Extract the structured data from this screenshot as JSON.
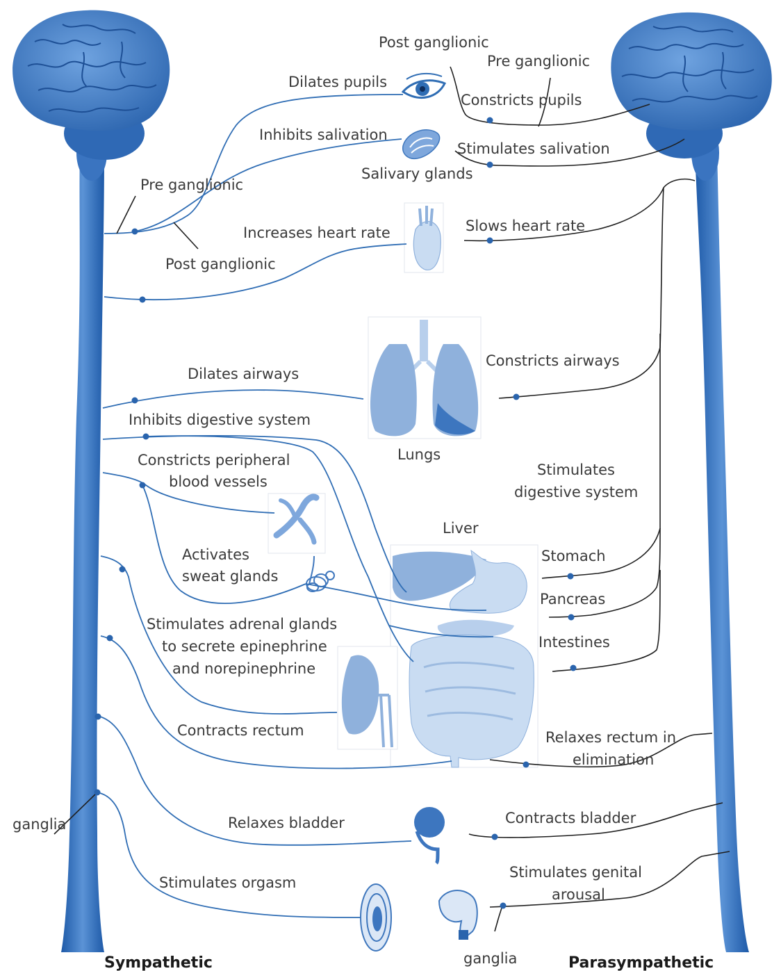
{
  "titles": {
    "sympathetic": "Sympathetic",
    "parasympathetic": "Parasympathetic"
  },
  "sympathetic_labels": {
    "pre_ganglionic": "Pre ganglionic",
    "post_ganglionic": "Post ganglionic",
    "dilates_pupils": "Dilates pupils",
    "inhibits_salivation": "Inhibits salivation",
    "increases_heart_rate": "Increases heart rate",
    "dilates_airways": "Dilates airways",
    "inhibits_digestive": "Inhibits digestive system",
    "constricts_vessels_1": "Constricts peripheral",
    "constricts_vessels_2": "blood vessels",
    "sweat_1": "Activates",
    "sweat_2": "sweat glands",
    "adrenal_1": "Stimulates adrenal glands",
    "adrenal_2": "to secrete epinephrine",
    "adrenal_3": "and norepinephrine",
    "contracts_rectum": "Contracts rectum",
    "relaxes_bladder": "Relaxes bladder",
    "stimulates_orgasm": "Stimulates orgasm",
    "ganglia": "ganglia"
  },
  "parasympathetic_labels": {
    "post_ganglionic": "Post ganglionic",
    "pre_ganglionic": "Pre ganglionic",
    "constricts_pupils": "Constricts pupils",
    "stimulates_salivation": "Stimulates salivation",
    "slows_heart_rate": "Slows heart rate",
    "constricts_airways": "Constricts airways",
    "digestive_1": "Stimulates",
    "digestive_2": "digestive system",
    "relaxes_rectum_1": "Relaxes rectum in",
    "relaxes_rectum_2": "elimination",
    "contracts_bladder": "Contracts bladder",
    "genital_1": "Stimulates genital",
    "genital_2": "arousal",
    "ganglia": "ganglia"
  },
  "organ_labels": {
    "salivary_glands": "Salivary glands",
    "lungs": "Lungs",
    "liver": "Liver",
    "stomach": "Stomach",
    "pancreas": "Pancreas",
    "intestines": "Intestines"
  },
  "colors": {
    "sympathetic_line": "#2f6db4",
    "parasympathetic_line": "#1f1f1f",
    "nervous_tissue": "#3b78c4"
  }
}
